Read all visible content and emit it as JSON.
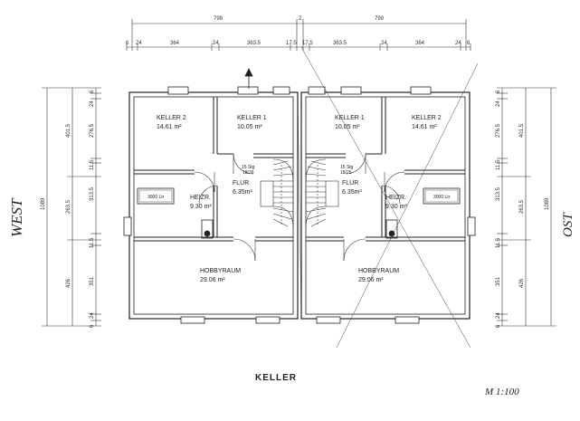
{
  "top_dims": {
    "overall": [
      "799",
      "2",
      "799"
    ],
    "detail": [
      "6",
      "24",
      "364",
      "24",
      "363.5",
      "17.5",
      "17.5",
      "363.5",
      "24",
      "364",
      "24",
      "6"
    ]
  },
  "left_dims": {
    "outer": [
      "1089"
    ],
    "mid": [
      "401.5",
      "263.5",
      "426"
    ],
    "detail": [
      "6",
      "24",
      "276.5",
      "11.5",
      "313.5",
      "11.5",
      "351",
      "24",
      "6"
    ]
  },
  "right_dims": {
    "outer": [
      "1089"
    ],
    "mid": [
      "401.5",
      "263.5",
      "426"
    ],
    "detail": [
      "6",
      "24",
      "276.5",
      "11.5",
      "313.5",
      "11.5",
      "351",
      "24",
      "6"
    ]
  },
  "rooms": {
    "l_keller2": {
      "name": "KELLER 2",
      "area": "14.61 m²"
    },
    "l_keller1": {
      "name": "KELLER 1",
      "area": "10.05 m²"
    },
    "l_flur": {
      "name": "FLUR",
      "area": "6.35m²"
    },
    "l_heizr": {
      "name": "HEIZR.",
      "area": "9.30 m²"
    },
    "l_hobby": {
      "name": "HOBBYRAUM",
      "area": "29.06 m²"
    },
    "r_keller1": {
      "name": "KELLER 1",
      "area": "10.05 m²"
    },
    "r_keller2": {
      "name": "KELLER 2",
      "area": "14.61 m²"
    },
    "r_flur": {
      "name": "FLUR",
      "area": "6.35m²"
    },
    "r_heizr": {
      "name": "HEIZR.",
      "area": "9.30 m²"
    },
    "r_hobby": {
      "name": "HOBBYRAUM",
      "area": "29.06 m²"
    }
  },
  "stairs": {
    "left": [
      "15 Stg",
      "18/26"
    ],
    "right": [
      "15 Stg",
      "18/26"
    ]
  },
  "tanks": {
    "left": "3000 Ltr",
    "right": "3000 Ltr"
  },
  "side_labels": {
    "west": "WEST",
    "ost": "OST"
  },
  "plan_title": "KELLER",
  "scale": "M 1:100"
}
